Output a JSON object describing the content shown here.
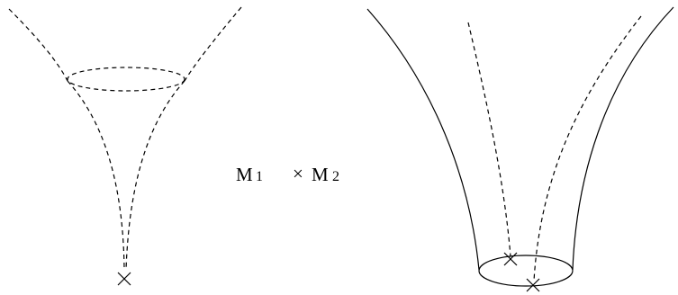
{
  "label": {
    "m1": "M",
    "m1_index": "1",
    "times": "×",
    "m2": "M",
    "m2_index": "2"
  },
  "colors": {
    "ink": "#000000",
    "background": "#ffffff"
  }
}
